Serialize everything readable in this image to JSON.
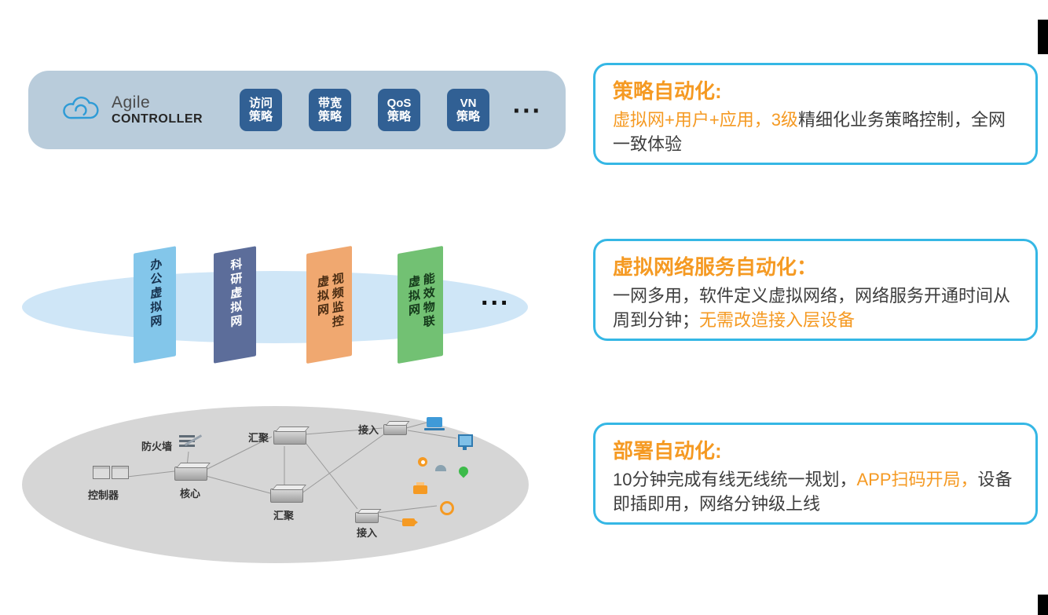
{
  "accent": {
    "orange": "#f59a23",
    "callout_border": "#35b7e5",
    "chip_blue": "#316094",
    "controller_bar_bg": "#b9ccdb",
    "vn_ellipse_bg": "#cfe6f7",
    "topology_ellipse_bg": "#d6d6d6"
  },
  "controller_bar": {
    "brand_name": "Agile",
    "brand_sub": "CONTROLLER",
    "chips": [
      {
        "line1": "访问",
        "line2": "策略"
      },
      {
        "line1": "带宽",
        "line2": "策略"
      },
      {
        "line1": "QoS",
        "line2": "策略"
      },
      {
        "line1": "VN",
        "line2": "策略"
      }
    ],
    "ellipsis": "..."
  },
  "virtual_network_layer": {
    "planes": [
      {
        "label": "办公虚拟网",
        "color": "#83c6ea",
        "text_color": "#17324f"
      },
      {
        "label": "科研虚拟网",
        "color": "#5c6d9a",
        "text_color": "#ffffff"
      },
      {
        "label": "视频监控虚拟网",
        "color": "#f0a870",
        "text_color": "#4a2c12"
      },
      {
        "label": "能效物联虚拟网",
        "color": "#72c173",
        "text_color": "#14391a"
      }
    ],
    "ellipsis": "..."
  },
  "topology": {
    "labels": {
      "controller": "控制器",
      "firewall": "防火墙",
      "core": "核心",
      "aggregation_top": "汇聚",
      "aggregation_bottom": "汇聚",
      "access_top": "接入",
      "access_bottom": "接入"
    },
    "device_icons": [
      "laptop",
      "monitor",
      "webcam",
      "dome-camera",
      "location-pin",
      "printer",
      "ip-phone",
      "camera"
    ]
  },
  "callouts": [
    {
      "title": "策略自动化:",
      "body_orange_lead": "虚拟网+用户+应用，3级",
      "body_rest": "精细化业务策略控制，全网一致体验"
    },
    {
      "title": "虚拟网络服务自动化：",
      "body_lead": "一网多用，软件定义虚拟网络，网络服务开通时间从周到分钟；",
      "body_orange_tail": "无需改造接入层设备"
    },
    {
      "title": "部署自动化:",
      "body_part1": "10分钟完成有线无线统一规划，",
      "body_orange_mid": "APP扫码开局，",
      "body_part3": "设备即插即用，网络分钟级上线"
    }
  ]
}
